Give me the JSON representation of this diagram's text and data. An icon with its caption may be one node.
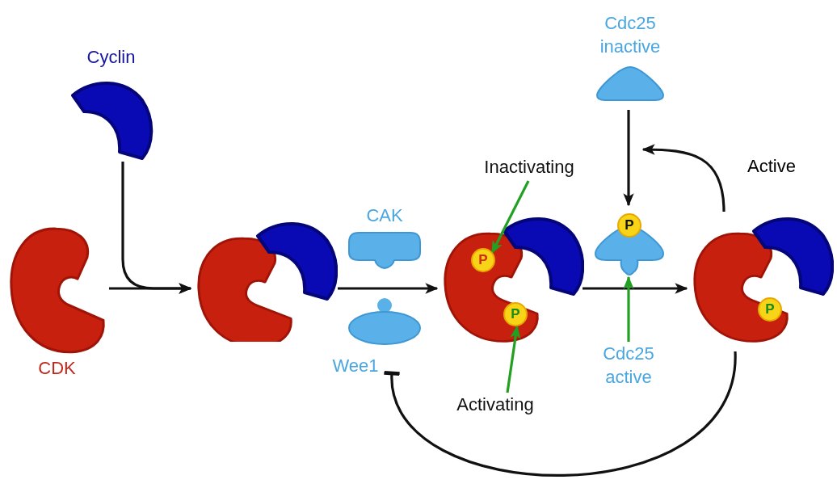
{
  "diagram": {
    "nodes": [
      {
        "text": [
          "Cyclin"
        ]
      },
      {
        "text": [
          "CDK"
        ]
      },
      {
        "text": [],
        "shape": "picture"
      },
      {
        "text": [
          "CAK"
        ]
      },
      {
        "text": [
          "Wee1"
        ]
      },
      {
        "text": [],
        "shape": "picture"
      },
      {
        "text": [
          "P"
        ],
        "in": 5
      },
      {
        "text": [
          "P"
        ],
        "in": 5
      },
      {
        "text": [
          "Inactivating"
        ]
      },
      {
        "text": [
          "Activating"
        ]
      },
      {
        "text": [
          "Cdc25 inactive"
        ]
      },
      {
        "text": [],
        "shape": "picture"
      },
      {
        "text": [
          "P"
        ]
      },
      {
        "text": [
          "Cdc25 active"
        ]
      },
      {
        "text": [],
        "shape": "picture"
      },
      {
        "text": [
          "P"
        ],
        "in": 14
      }
    ],
    "edges": [
      {
        "from": 0,
        "to": 2,
        "arrow": "to"
      },
      {
        "from": 1,
        "to": 2,
        "arrow": "to"
      },
      {
        "from": 2,
        "to": 5,
        "arrow": "to"
      },
      {
        "from": 8,
        "to": 6,
        "arrow": "to",
        "color": "#22a022"
      },
      {
        "from": 9,
        "to": 7,
        "arrow": "to",
        "color": "#22a022"
      },
      {
        "from": 5,
        "to": 14,
        "arrow": "to"
      },
      {
        "from": 10,
        "to": 11,
        "arrow": "to"
      },
      {
        "from": 13,
        "to": 11,
        "arrow": "to",
        "color": "#22a022"
      },
      {
        "from": 14,
        "to": null,
        "arrow": "to",
        "label": "Active"
      },
      {
        "from": 14,
        "to": 4,
        "arrow": "other"
      }
    ]
  }
}
